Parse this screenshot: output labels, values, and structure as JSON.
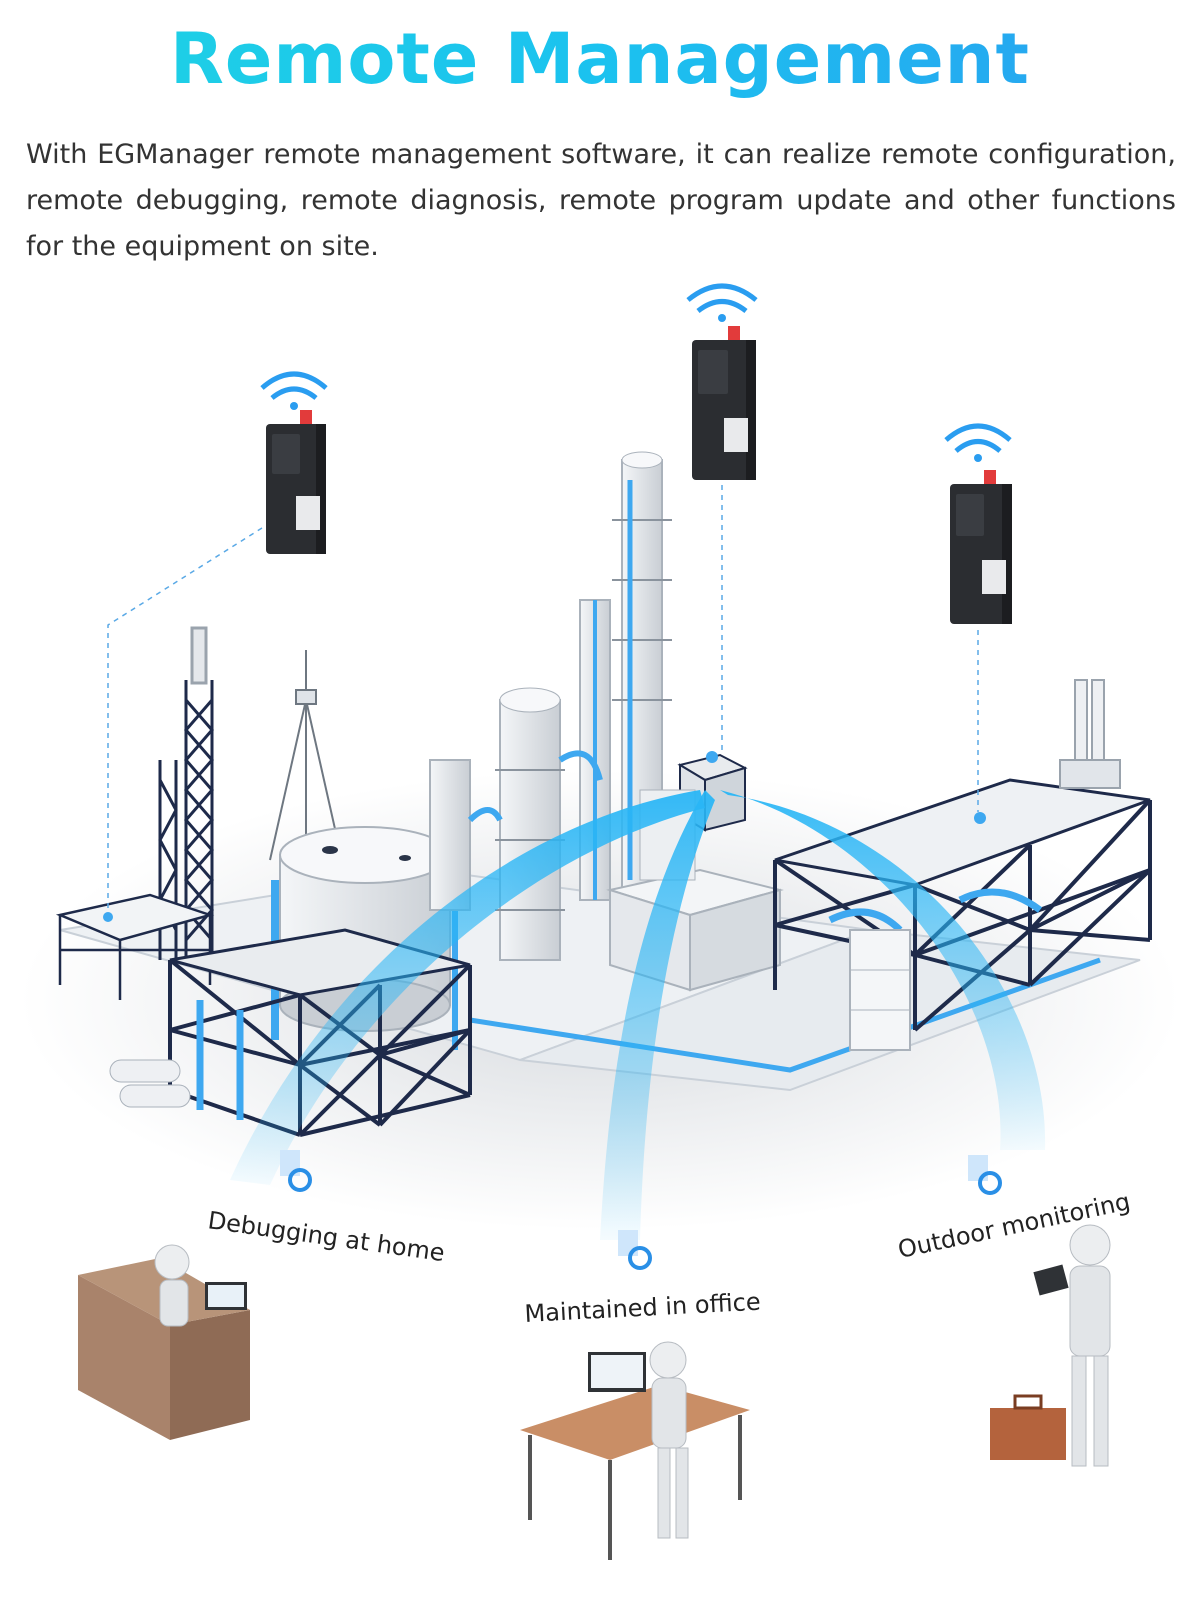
{
  "header": {
    "title": "Remote Management",
    "description": "With EGManager remote management software, it can realize remote configuration, remote debugging, remote diagnosis, remote program update and other functions for the equipment on site."
  },
  "scenarios": [
    {
      "label": "Debugging at home",
      "icon": "gear-document-icon"
    },
    {
      "label": "Maintained in office",
      "icon": "gear-document-icon"
    },
    {
      "label": "Outdoor monitoring",
      "icon": "gear-document-icon"
    }
  ],
  "devices": [
    {
      "name": "gateway-device-left",
      "icon": "wifi-signal-icon"
    },
    {
      "name": "gateway-device-center",
      "icon": "wifi-signal-icon"
    },
    {
      "name": "gateway-device-right",
      "icon": "wifi-signal-icon"
    }
  ],
  "colors": {
    "accent": "#1ec9ea",
    "beam": "#29b6f6",
    "structure": "#1e2a4a",
    "pipe": "#3ea8f0"
  }
}
